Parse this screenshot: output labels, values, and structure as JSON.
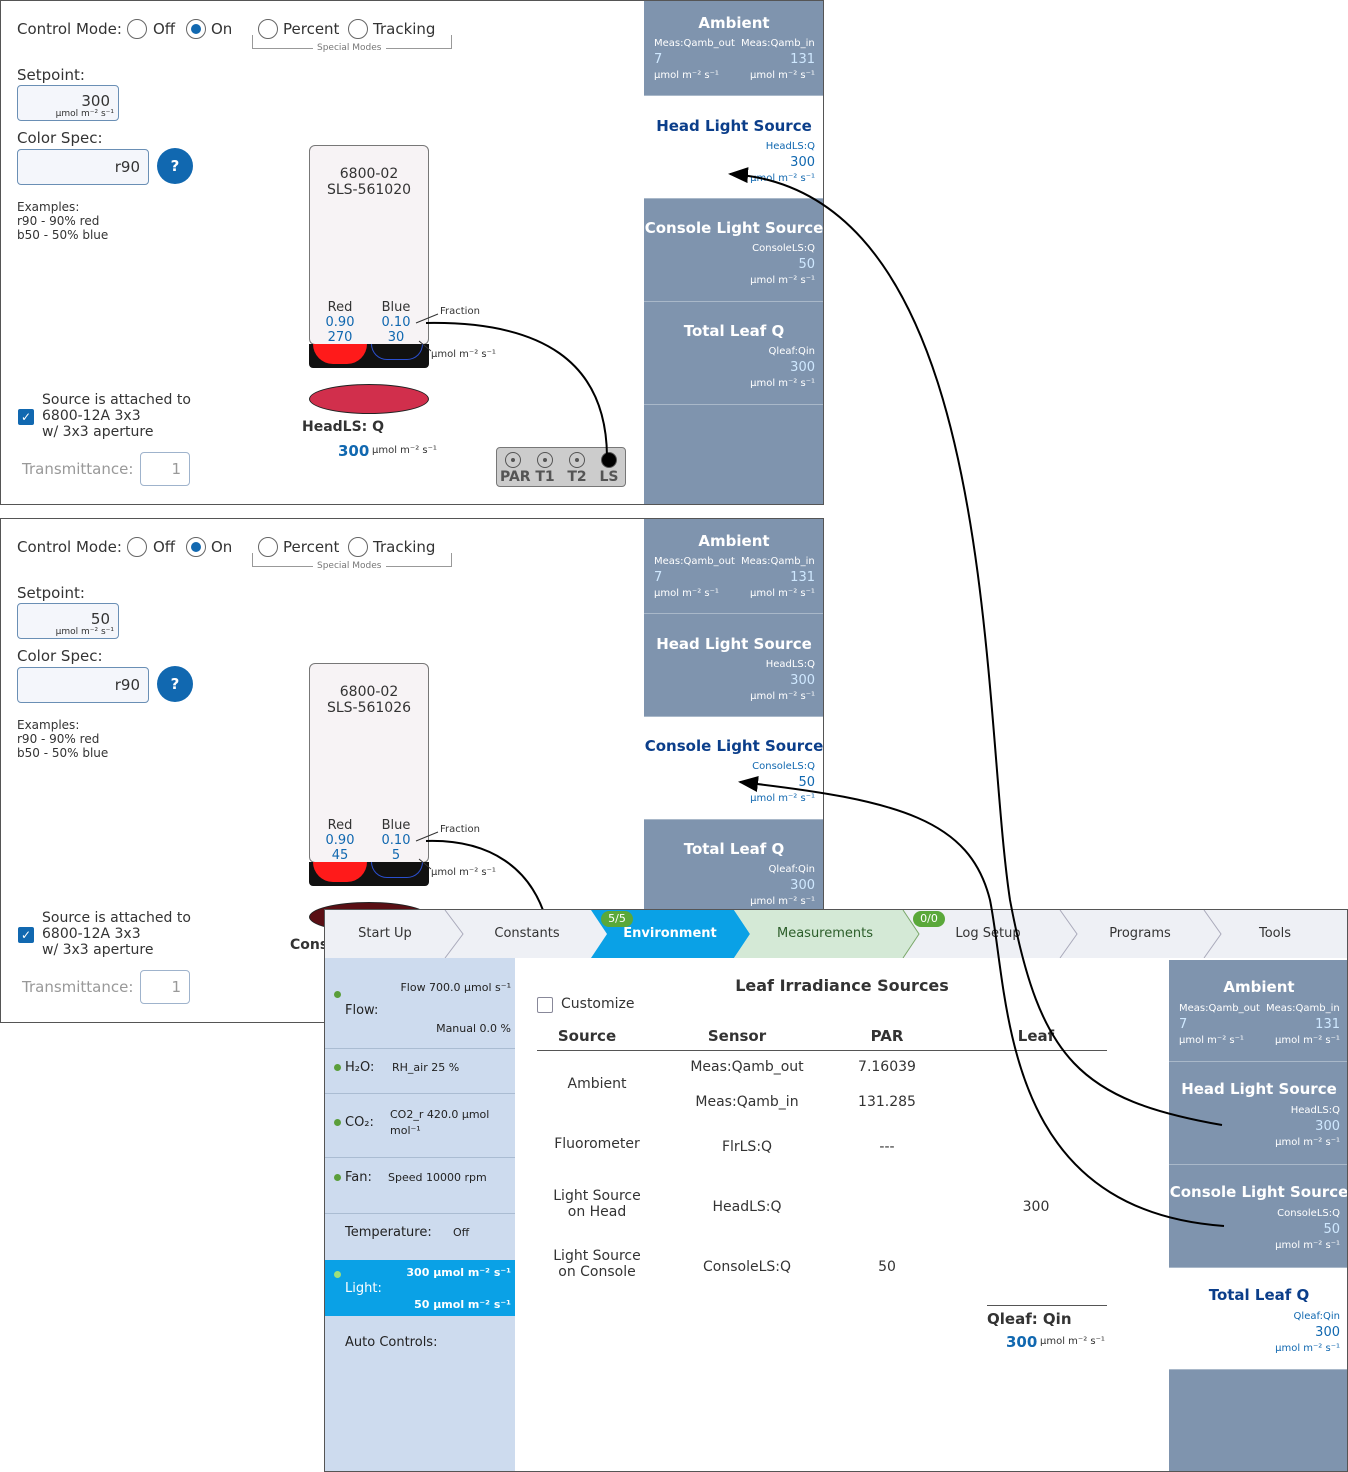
{
  "control": {
    "label": "Control Mode:",
    "off": "Off",
    "on": "On",
    "percent": "Percent",
    "tracking": "Tracking",
    "special_modes": "Special Modes"
  },
  "setpoint_label": "Setpoint:",
  "color_spec_label": "Color Spec:",
  "unit": "µmol m⁻² s⁻¹",
  "examples": [
    "Examples:",
    "r90 - 90% red",
    "b50 - 50% blue"
  ],
  "help": "?",
  "attached": [
    "Source is attached to",
    "6800-12A 3x3",
    "w/ 3x3 aperture"
  ],
  "transmittance_label": "Transmittance:",
  "transmittance": "1",
  "fraction_label": "Fraction",
  "red_label": "Red",
  "blue_label": "Blue",
  "ports": [
    "PAR",
    "T1",
    "T2",
    "LS"
  ],
  "panel1": {
    "setpoint": "300",
    "color_spec": "r90",
    "device_model": "6800-02",
    "device_serial": "SLS-561020",
    "red_fraction": "0.90",
    "blue_fraction": "0.10",
    "red_q": "270",
    "blue_q": "30",
    "source_label": "HeadLS: Q",
    "source_value": "300"
  },
  "panel2": {
    "setpoint": "50",
    "color_spec": "r90",
    "device_model": "6800-02",
    "device_serial": "SLS-561026",
    "red_fraction": "0.90",
    "blue_fraction": "0.10",
    "red_q": "45",
    "blue_q": "5",
    "source_label_partial": "Cons"
  },
  "side": {
    "ambient": {
      "title": "Ambient",
      "k1": "Meas:Qamb_out",
      "k2": "Meas:Qamb_in",
      "v1": "7",
      "v2": "131"
    },
    "head": {
      "title": "Head Light Source",
      "k": "HeadLS:Q",
      "v": "300"
    },
    "console": {
      "title": "Console Light Source",
      "k": "ConsoleLS:Q",
      "v": "50"
    },
    "total": {
      "title": "Total Leaf Q",
      "k": "Qleaf:Qin",
      "v": "300"
    }
  },
  "tabs": [
    "Start Up",
    "Constants",
    "Environment",
    "Measurements",
    "Log Setup",
    "Programs",
    "Tools"
  ],
  "badges": {
    "environment": "5/5",
    "measurements": "0/0"
  },
  "nav": {
    "flow_label": "Flow:",
    "flow_value": "Flow 700.0 µmol s⁻¹",
    "flow_manual": "Manual 0.0 %",
    "h2o_label": "H₂O:",
    "h2o_value": "RH_air 25 %",
    "co2_label": "CO₂:",
    "co2_value1": "CO2_r 420.0 µmol",
    "co2_value2": "mol⁻¹",
    "fan_label": "Fan:",
    "fan_value": "Speed 10000 rpm",
    "temp_label": "Temperature:",
    "temp_value": "Off",
    "light_label": "Light:",
    "light_value1": "300 µmol m⁻² s⁻¹",
    "light_value2": "50 µmol m⁻² s⁻¹",
    "auto_label": "Auto Controls:"
  },
  "irradiance": {
    "title": "Leaf Irradiance Sources",
    "customize": "Customize",
    "headers": [
      "Source",
      "Sensor",
      "PAR",
      "Leaf"
    ],
    "rows": [
      {
        "source": "Ambient",
        "sensor": "Meas:Qamb_out",
        "par": "7.16039",
        "leaf": ""
      },
      {
        "source": "",
        "sensor": "Meas:Qamb_in",
        "par": "131.285",
        "leaf": ""
      },
      {
        "source": "Fluorometer",
        "sensor": "FlrLS:Q",
        "par": "---",
        "leaf": ""
      },
      {
        "source": "Light Source\non Head",
        "sensor": "HeadLS:Q",
        "par": "",
        "leaf": "300"
      },
      {
        "source": "Light Source\non Console",
        "sensor": "ConsoleLS:Q",
        "par": "50",
        "leaf": ""
      }
    ],
    "qleaf_label": "Qleaf: Qin",
    "qleaf_value": "300"
  }
}
